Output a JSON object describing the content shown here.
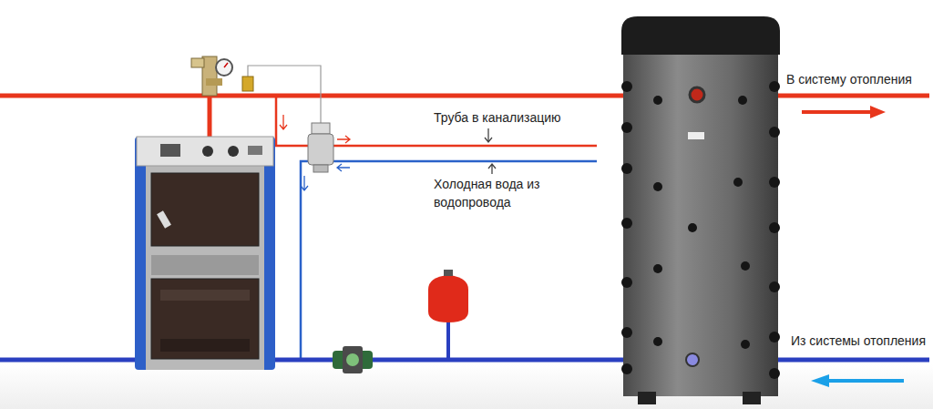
{
  "diagram": {
    "labels": [
      "В систему отопления",
      "Труба в канализацию",
      "Холодная вода из водопровода",
      "Из системы отопления"
    ]
  }
}
